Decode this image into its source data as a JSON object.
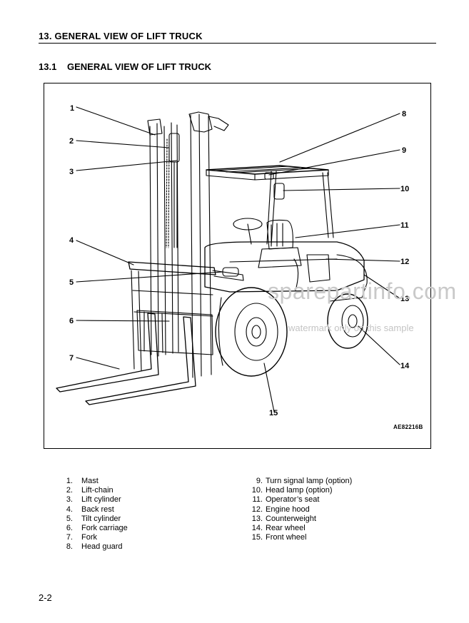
{
  "section_title": "13. GENERAL VIEW OF LIFT TRUCK",
  "subsection": {
    "number": "13.1",
    "title": "GENERAL VIEW OF LIFT TRUCK"
  },
  "figure": {
    "code": "AE82216B",
    "callouts": [
      "1",
      "2",
      "3",
      "4",
      "5",
      "6",
      "7",
      "8",
      "9",
      "10",
      "11",
      "12",
      "13",
      "14",
      "15"
    ]
  },
  "watermark": {
    "site": "sparepartinfo.com",
    "note": "watermark only on this sample"
  },
  "legend_left": [
    {
      "num": "1.",
      "label": "Mast"
    },
    {
      "num": "2.",
      "label": "Lift-chain"
    },
    {
      "num": "3.",
      "label": "Lift cylinder"
    },
    {
      "num": "4.",
      "label": "Back rest"
    },
    {
      "num": "5.",
      "label": "Tilt cylinder"
    },
    {
      "num": "6.",
      "label": "Fork carriage"
    },
    {
      "num": "7.",
      "label": "Fork"
    },
    {
      "num": "8.",
      "label": "Head guard"
    }
  ],
  "legend_right": [
    {
      "num": "9.",
      "label": "Turn signal lamp (option)"
    },
    {
      "num": "10.",
      "label": "Head lamp (option)"
    },
    {
      "num": "11.",
      "label": "Operator’s seat"
    },
    {
      "num": "12.",
      "label": "Engine hood"
    },
    {
      "num": "13.",
      "label": "Counterweight"
    },
    {
      "num": "14.",
      "label": "Rear wheel"
    },
    {
      "num": "15.",
      "label": "Front wheel"
    }
  ],
  "page_number": "2-2"
}
